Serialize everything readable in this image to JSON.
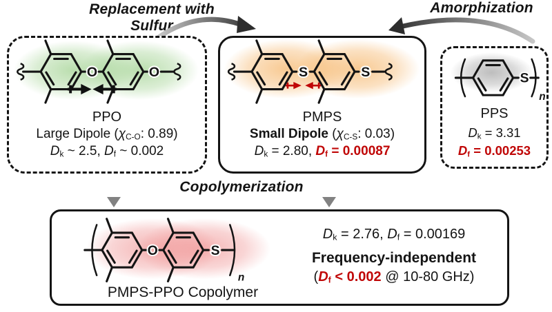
{
  "colors": {
    "red_text": "#c00707",
    "glow_green": "#8cc878",
    "glow_orange": "#f4a950",
    "glow_gray": "#9a9a9a",
    "glow_pink": "#ee8888",
    "arrow_dark": "#2d2d2d",
    "arrow_light": "#c6c6c6"
  },
  "flow": {
    "replacement_label": "Replacement with Sulfur",
    "amorphization_label": "Amorphization",
    "copolymerization_label": "Copolymerization"
  },
  "ppo": {
    "title": "PPO",
    "dipole_word": "Large Dipole",
    "paren": " (",
    "chi": "χ",
    "chi_sub": "C-O",
    "chi_suffix": ": 0.89)",
    "d1": "D",
    "d1_sub": "k",
    "d1_val": " ~ 2.5, ",
    "d2": "D",
    "d2_sub": "f",
    "d2_val": " ~ 0.002",
    "atom_center": "O",
    "atom_end": "O"
  },
  "pmps": {
    "title": "PMPS",
    "dipole_word": "Small Dipole",
    "paren": " (",
    "chi": "χ",
    "chi_sub": "C-S",
    "chi_suffix": ": 0.03)",
    "d1": "D",
    "d1_sub": "k",
    "d1_val": " = 2.80, ",
    "d2": "D",
    "d2_sub": "f",
    "d2_val": " = 0.00087",
    "atom_center": "S",
    "atom_end": "S"
  },
  "pps": {
    "title": "PPS",
    "d1": "D",
    "d1_sub": "k",
    "d1_val": " = 3.31",
    "d2": "D",
    "d2_sub": "f",
    "d2_val": " = 0.00253",
    "atom": "S",
    "repeat_sub": "n"
  },
  "copolymer": {
    "label": "PMPS-PPO Copolymer",
    "d1": "D",
    "d1_sub": "k",
    "d1_val": " = 2.76, ",
    "d2": "D",
    "d2_sub": "f",
    "d2_val": " = 0.00169",
    "freq_label": "Frequency-independent",
    "paren_open": "(",
    "df": "D",
    "df_sub": "f",
    "df_val": " < 0.002",
    "freq_range": " @ 10-80 GHz)",
    "atom1": "O",
    "atom2": "S",
    "repeat_sub": "n"
  }
}
